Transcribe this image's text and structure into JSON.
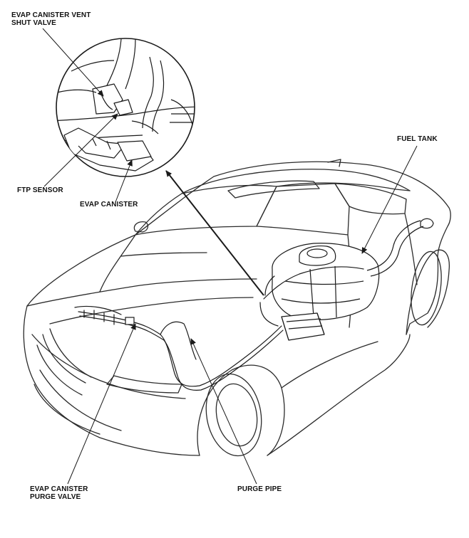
{
  "labels": {
    "vent_valve": [
      "EVAP CANISTER VENT",
      "SHUT VALVE"
    ],
    "ftp_sensor": "FTP SENSOR",
    "evap_canister": "EVAP CANISTER",
    "fuel_tank": "FUEL TANK",
    "purge_valve": [
      "EVAP CANISTER",
      "PURGE VALVE"
    ],
    "purge_pipe": "PURGE PIPE"
  },
  "colors": {
    "line": "#1a1a1a",
    "outline": "#2b2b2b",
    "shade": "#dcdcdc",
    "background": "#ffffff"
  }
}
